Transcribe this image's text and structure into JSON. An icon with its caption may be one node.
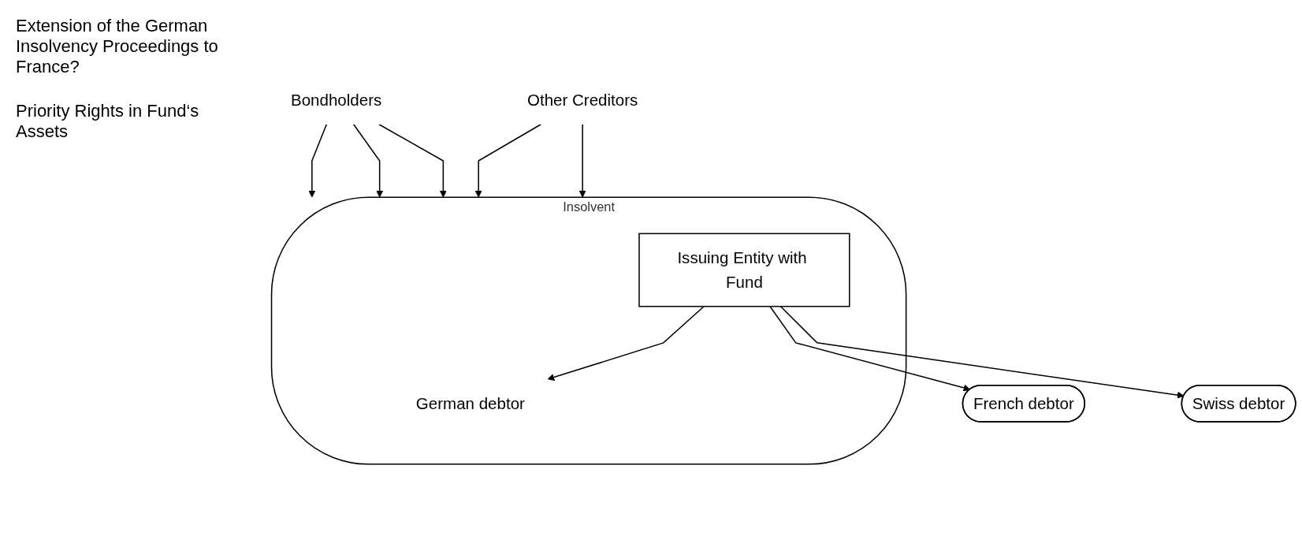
{
  "diagram": {
    "nodes": [
      {
        "text": [
          "French debtor"
        ]
      },
      {
        "text": [
          "Insolvent"
        ]
      },
      {
        "text": [
          "German debtor"
        ],
        "in": 1
      },
      {
        "text": [
          "Issuing Entity with Fund"
        ],
        "in": 1
      },
      {
        "text": [
          "Swiss debtor"
        ]
      },
      {
        "text": [
          "Other Creditors"
        ]
      },
      {
        "text": [
          "Bondholders"
        ]
      }
    ],
    "edges": [
      {
        "from": 3,
        "to": 2,
        "arrow": "to"
      },
      {
        "from": 3,
        "to": 0,
        "arrow": "to"
      },
      {
        "from": 3,
        "to": 4,
        "arrow": "to"
      },
      {
        "from": 5,
        "to": 1,
        "arrow": "to"
      },
      {
        "from": 5,
        "to": 1,
        "arrow": "to"
      },
      {
        "from": 6,
        "to": 1,
        "arrow": "to"
      },
      {
        "from": 6,
        "to": 1,
        "arrow": "to"
      },
      {
        "from": 6,
        "to": 1,
        "arrow": "to"
      }
    ],
    "labels": [
      "Extension of the German Insolvency Proceedings to France?",
      "Priority Rights in Fund‘s Assets"
    ]
  }
}
